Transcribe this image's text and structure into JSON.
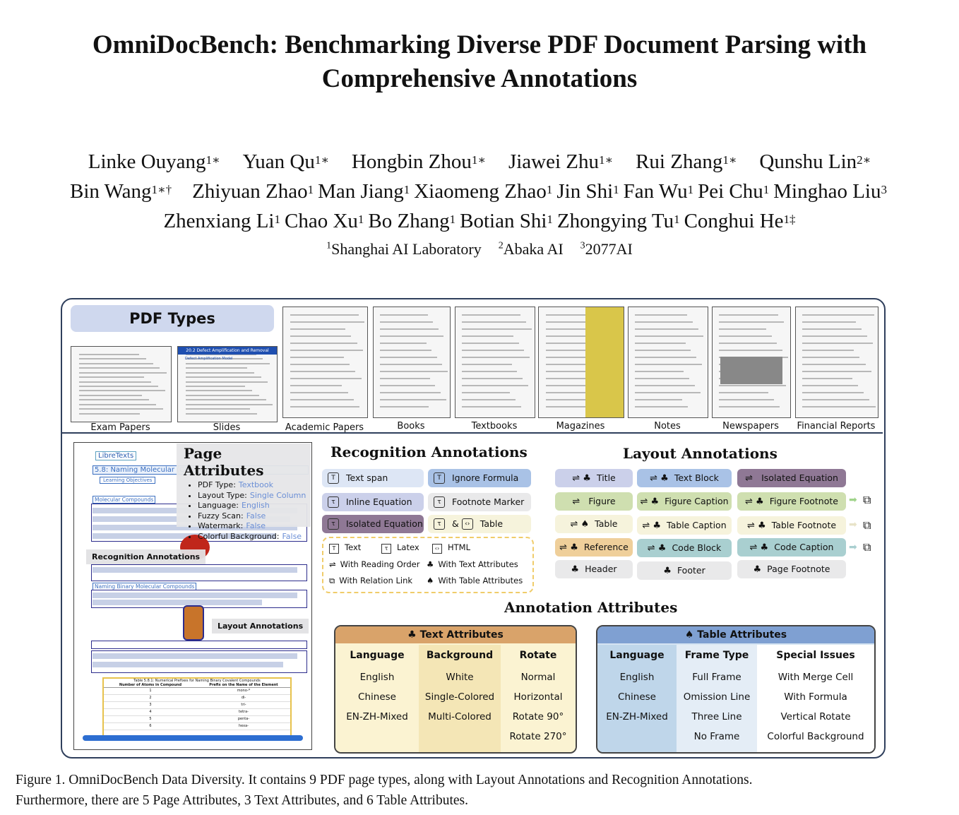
{
  "paper": {
    "title_line1": "OmniDocBench: Benchmarking Diverse PDF Document Parsing with",
    "title_line2": "Comprehensive Annotations",
    "authors": [
      [
        {
          "n": "Linke Ouyang",
          "s": "1∗"
        },
        {
          "n": "Yuan Qu",
          "s": "1∗"
        },
        {
          "n": "Hongbin Zhou",
          "s": "1∗"
        },
        {
          "n": "Jiawei Zhu",
          "s": "1∗"
        },
        {
          "n": "Rui Zhang",
          "s": "1∗"
        },
        {
          "n": "Qunshu Lin",
          "s": "2∗"
        }
      ],
      [
        {
          "n": "Bin Wang",
          "s": "1∗†"
        },
        {
          "n": "Zhiyuan Zhao",
          "s": "1"
        },
        {
          "n": "Man Jiang",
          "s": "1"
        },
        {
          "n": "Xiaomeng Zhao",
          "s": "1"
        },
        {
          "n": "Jin Shi",
          "s": "1"
        },
        {
          "n": "Fan Wu",
          "s": "1"
        },
        {
          "n": "Pei Chu",
          "s": "1"
        },
        {
          "n": "Minghao Liu",
          "s": "3"
        }
      ],
      [
        {
          "n": "Zhenxiang Li",
          "s": "1"
        },
        {
          "n": "Chao Xu",
          "s": "1"
        },
        {
          "n": "Bo Zhang",
          "s": "1"
        },
        {
          "n": "Botian Shi",
          "s": "1"
        },
        {
          "n": "Zhongying Tu",
          "s": "1"
        },
        {
          "n": "Conghui He",
          "s": "1‡"
        }
      ]
    ],
    "affiliations": [
      {
        "s": "1",
        "n": "Shanghai AI Laboratory"
      },
      {
        "s": "2",
        "n": "Abaka AI"
      },
      {
        "s": "3",
        "n": "2077AI"
      }
    ]
  },
  "figure": {
    "pdf_types_title": "PDF Types",
    "pdf_types": [
      "Exam Papers",
      "Slides",
      "Academic Papers",
      "Books",
      "Textbooks",
      "Magazines",
      "Notes",
      "Newspapers",
      "Financial Reports"
    ],
    "slides_heading": "20.2 Defect Amplification and Removal",
    "slides_sub": "Defect Amplification Model",
    "sample": {
      "badge": "LibreTexts",
      "heading1": "5.8: Naming Molecular (Covalent) C",
      "objectives": "Learning Objectives",
      "heading2": "Molecular Compounds",
      "heading3": "Naming Binary Molecular Compounds",
      "table_title": "Table 5.8.1: Numerical Prefixes for Naming Binary Covalent Compounds",
      "table_head": [
        "Number of Atoms in Compound",
        "Prefix on the Name of the Element"
      ],
      "table_rows": [
        [
          "1",
          "mono-*"
        ],
        [
          "2",
          "di-"
        ],
        [
          "3",
          "tri-"
        ],
        [
          "4",
          "tetra-"
        ],
        [
          "5",
          "penta-"
        ],
        [
          "6",
          "hexa-"
        ]
      ]
    },
    "page_attributes": {
      "title": "Page Attributes",
      "items": [
        {
          "k": "PDF Type:",
          "v": "Textbook"
        },
        {
          "k": "Layout Type:",
          "v": "Single Column"
        },
        {
          "k": "Language:",
          "v": "English"
        },
        {
          "k": "Fuzzy Scan:",
          "v": "False"
        },
        {
          "k": "Watermark:",
          "v": "False"
        },
        {
          "k": "Colorful Background:",
          "v": "False"
        }
      ]
    },
    "callout_recognition": "Recognition Annotations",
    "callout_layout": "Layout Annotations",
    "recognition": {
      "title": "Recognition Annotations",
      "chips": [
        "Text span",
        "Ignore Formula",
        "Inline Equation",
        "Footnote Marker",
        "Isolated Equation",
        "Table"
      ],
      "legend": [
        "Text",
        "Latex",
        "HTML",
        "With Reading Order",
        "With Text Attributes",
        "With Relation Link",
        "With Table Attributes"
      ],
      "amp": "&"
    },
    "layout": {
      "title": "Layout Annotations",
      "chips": [
        "Title",
        "Text Block",
        "Isolated Equation",
        "Figure",
        "Figure Caption",
        "Figure Footnote",
        "Table",
        "Table Caption",
        "Table Footnote",
        "Reference",
        "Code Block",
        "Code Caption",
        "Header",
        "Footer",
        "Page Footnote"
      ]
    },
    "annotation_attributes_title": "Annotation Attributes",
    "text_attributes": {
      "title": "Text Attributes",
      "columns": [
        {
          "h": "Language",
          "v": [
            "English",
            "Chinese",
            "EN-ZH-Mixed"
          ]
        },
        {
          "h": "Background",
          "v": [
            "White",
            "Single-Colored",
            "Multi-Colored"
          ]
        },
        {
          "h": "Rotate",
          "v": [
            "Normal",
            "Horizontal",
            "Rotate 90°",
            "Rotate 270°"
          ]
        }
      ]
    },
    "table_attributes": {
      "title": "Table Attributes",
      "columns": [
        {
          "h": "Language",
          "v": [
            "English",
            "Chinese",
            "EN-ZH-Mixed"
          ]
        },
        {
          "h": "Frame Type",
          "v": [
            "Full Frame",
            "Omission Line",
            "Three Line",
            "No Frame"
          ]
        },
        {
          "h": "Special Issues",
          "v": [
            "With Merge Cell",
            "With Formula",
            "Vertical Rotate",
            "Colorful Background"
          ]
        }
      ]
    },
    "colors": {
      "frame": "#2f3f5c",
      "header_blue": "#cfd8ee",
      "chip_blue_light": "#dde6f5",
      "chip_blue": "#a9c2e6",
      "chip_purple": "#8f7895",
      "chip_purple_light": "#cbd0ea",
      "chip_cream": "#f6f3dc",
      "chip_green": "#cfdfb0",
      "chip_teal": "#a9cfd0",
      "chip_orange": "#efcf9a",
      "chip_grey": "#e9e9ea",
      "legend_border": "#f0cc6a",
      "text_attr_head": "#d9a36a",
      "text_attr_body": "#fbf3d2",
      "table_attr_head": "#7fa0d2",
      "table_attr_body": "#d5e4f2",
      "value_blue": "#6b8fd6"
    }
  },
  "caption": {
    "line1": "Figure 1.  OmniDocBench Data Diversity.  It contains 9 PDF page types, along with Layout Annotations and Recognition Annotations.",
    "line2": "Furthermore, there are 5 Page Attributes, 3 Text Attributes, and 6 Table Attributes."
  }
}
